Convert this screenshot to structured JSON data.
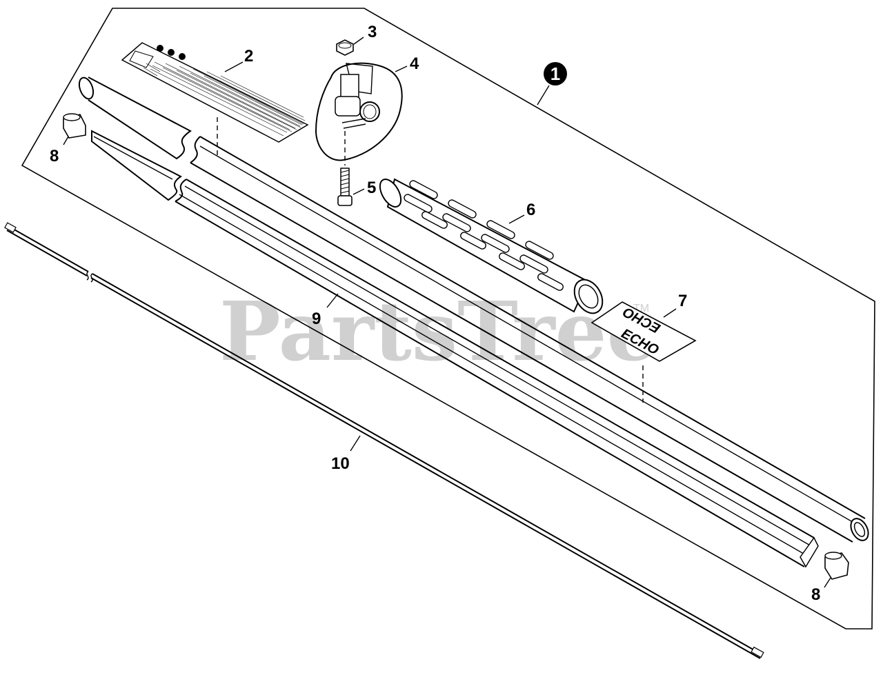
{
  "watermark": {
    "text": "PartsTree",
    "tm": "TM"
  },
  "assembly_marker": {
    "label": "1"
  },
  "callouts": {
    "c2": "2",
    "c3": "3",
    "c4": "4",
    "c5": "5",
    "c6": "6",
    "c7": "7",
    "c8_left": "8",
    "c8_right": "8",
    "c9": "9",
    "c10": "10"
  },
  "decal": {
    "logo_top": "ECHO",
    "logo_bottom": "ECHO"
  }
}
